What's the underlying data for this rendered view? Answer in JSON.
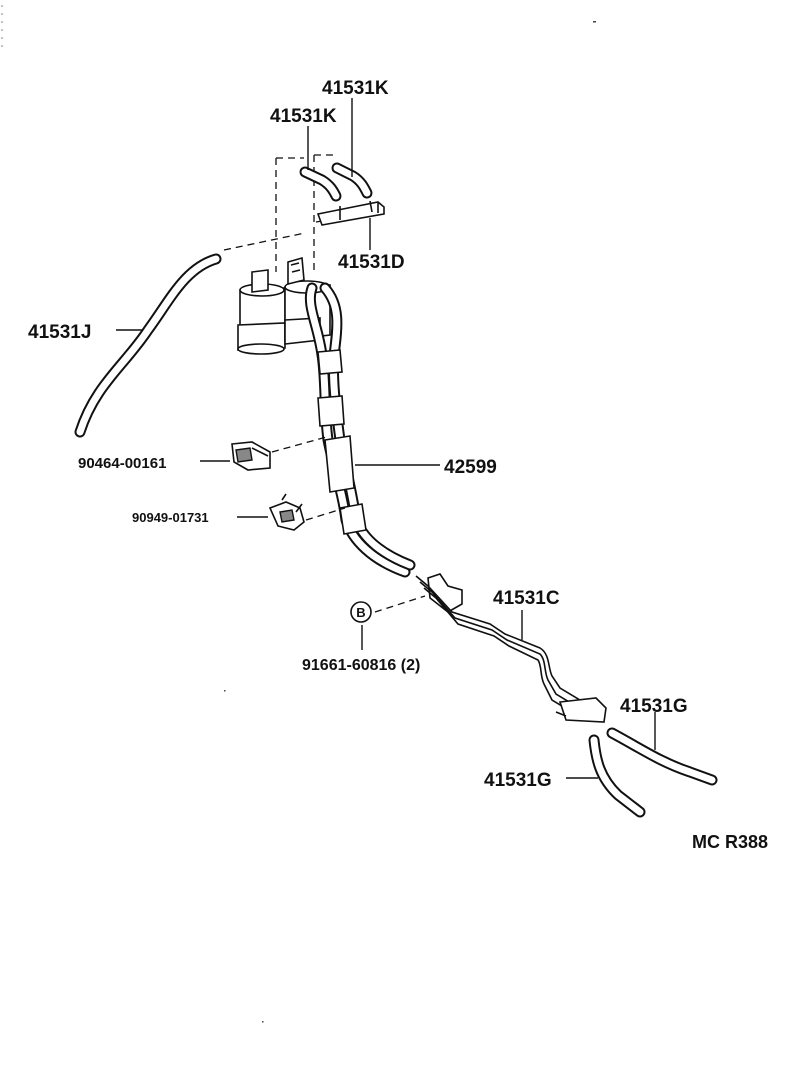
{
  "labels": {
    "k_upper": "41531K",
    "k_lower": "41531K",
    "d": "41531D",
    "j": "41531J",
    "clip_a": "90464-00161",
    "hose_assy": "42599",
    "clip_b": "90949-01731",
    "c": "41531C",
    "bolt_marker": "B",
    "bolt": "91661-60816 (2)",
    "g_upper": "41531G",
    "g_lower": "41531G",
    "ref_code": "MC R388"
  }
}
